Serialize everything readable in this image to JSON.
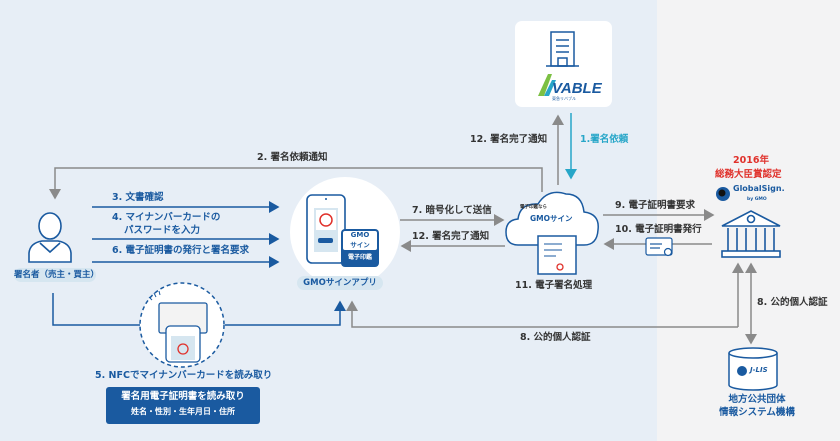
{
  "colors": {
    "blue": "#1a5aa0",
    "cyan": "#27a6c8",
    "grey": "#8a8a8a",
    "red": "#e0312b"
  },
  "signer": {
    "label": "署名者（売主・買主）",
    "icon": "person-icon"
  },
  "app": {
    "label": "GMOサインアプリ",
    "badge_top": "GMO",
    "badge_mid": "サイン",
    "badge_bottom": "電子印鑑"
  },
  "company": {
    "logo": "VABLE",
    "logo_sub": "東急リバブル",
    "icon": "building-icon"
  },
  "cloud": {
    "line1": "電子印鑑なら",
    "line2": "GMOサイン",
    "caption": "11. 電子署名処理"
  },
  "ca": {
    "award_year": "2016年",
    "award": "総務大臣賞認定",
    "logo": "GlobalSign.",
    "logo_sub": "by GMO",
    "icon": "bank-icon"
  },
  "jlis": {
    "logo": "J-LIS",
    "line1": "地方公共団体",
    "line2": "情報システム機構"
  },
  "steps": {
    "s1": "1.署名依頼",
    "s2": "2. 署名依頼通知",
    "s3": "3. 文書確認",
    "s4a": "4. マイナンバーカードの",
    "s4b": "パスワードを入力",
    "s6": "6. 電子証明書の発行と署名要求",
    "s7": "7. 暗号化して送信",
    "s12a": "12. 署名完了通知",
    "s12b": "12. 署名完了通知",
    "s9": "9. 電子証明書要求",
    "s10": "10. 電子証明書発行",
    "s8a": "8. 公的個人認証",
    "s8b": "8. 公的個人認証",
    "s5": "5. NFCでマイナンバーカードを読み取り"
  },
  "nfc_box": {
    "title": "署名用電子証明書を読み取り",
    "detail": "姓名・性別・生年月日・住所"
  }
}
